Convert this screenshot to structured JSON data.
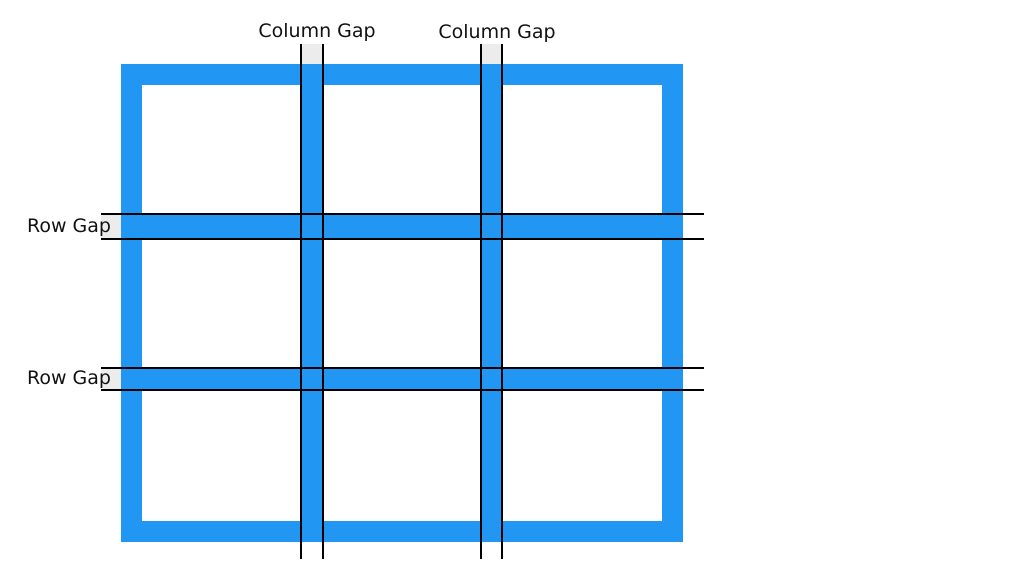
{
  "labels": {
    "column_gap_1": "Column Gap",
    "column_gap_2": "Column Gap",
    "row_gap_1": "Row Gap",
    "row_gap_2": "Row Gap"
  },
  "grid": {
    "columns": 3,
    "rows": 3
  },
  "colors": {
    "grid_blue": "#2196F3",
    "guide_line": "#000000",
    "label_shade": "#ececec",
    "cell": "#ffffff"
  }
}
